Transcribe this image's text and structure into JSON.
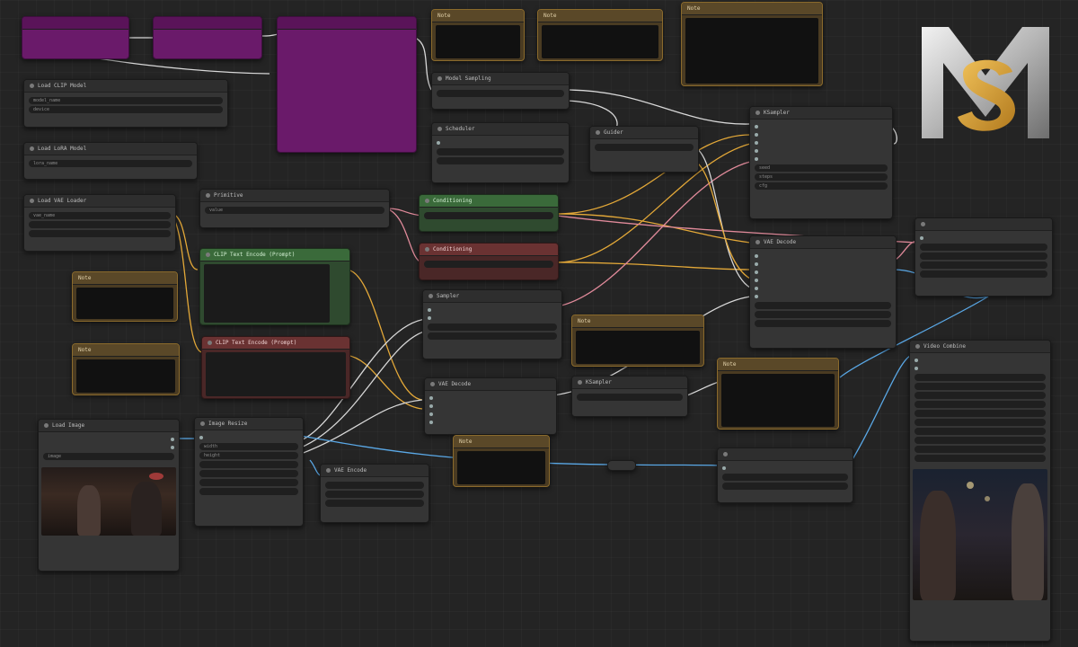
{
  "app": {
    "name": "node-graph"
  },
  "nodes": {
    "purple1": {
      "title": "",
      "label": ""
    },
    "purple2": {
      "title": "",
      "label": ""
    },
    "purple3": {
      "title": ""
    },
    "loadModel": {
      "title": "Load CLIP Model",
      "w1": "model_name",
      "w1v": "",
      "w2": "device",
      "w2v": ""
    },
    "loadLora": {
      "title": "Load LoRA Model",
      "w1": "lora_name",
      "w1v": ""
    },
    "loadVae": {
      "title": "Load VAE Loader",
      "w1": "vae_name",
      "w1v": "",
      "w2": "",
      "w2v": "",
      "w3": "",
      "w3v": ""
    },
    "primitive": {
      "title": "Primitive",
      "w1": "value",
      "w1v": ""
    },
    "clipPos": {
      "title": "CLIP Text Encode (Prompt)",
      "text": ""
    },
    "clipNeg": {
      "title": "CLIP Text Encode (Prompt)",
      "text": ""
    },
    "noteTop1": {
      "title": "Note",
      "text": ""
    },
    "noteTop2": {
      "title": "Note",
      "text": ""
    },
    "noteTop3": {
      "title": "Note",
      "text": ""
    },
    "noteLeft1": {
      "title": "Note",
      "text": ""
    },
    "noteLeft2": {
      "title": "Note",
      "text": ""
    },
    "noteMid1": {
      "title": "Note",
      "text": ""
    },
    "noteMid2": {
      "title": "Note",
      "text": ""
    },
    "noteMid3": {
      "title": "Note",
      "text": ""
    },
    "loadImage": {
      "title": "Load Image",
      "w1": "image",
      "w1v": ""
    },
    "imageResize": {
      "title": "Image Resize",
      "w1": "width",
      "w1v": "",
      "w2": "height",
      "w2v": "",
      "w3": "",
      "w3v": "",
      "w4": "",
      "w4v": ""
    },
    "vaeEncode": {
      "title": "VAE Encode",
      "w1": "",
      "w1v": "",
      "w2": "",
      "w2v": ""
    },
    "condGreen": {
      "title": "Conditioning",
      "w1": "",
      "w1v": ""
    },
    "condRed": {
      "title": "Conditioning",
      "w1": "",
      "w1v": ""
    },
    "modelSampling": {
      "title": "Model Sampling",
      "w1": "",
      "w1v": "",
      "w2": "",
      "w2v": ""
    },
    "guider": {
      "title": "Guider",
      "w1": "",
      "w1v": ""
    },
    "sampler1": {
      "title": "Sampler",
      "w1": "",
      "w1v": ""
    },
    "ksampler": {
      "title": "KSampler",
      "w1": "seed",
      "w1v": "",
      "w2": "steps",
      "w2v": "",
      "w3": "cfg",
      "w3v": ""
    },
    "ksampler2": {
      "title": "KSampler",
      "w1": "",
      "w1v": "",
      "w2": "",
      "w2v": "",
      "w3": "",
      "w3v": ""
    },
    "scheduler": {
      "title": "Scheduler",
      "w1": "",
      "w1v": ""
    },
    "vaeDecode": {
      "title": "VAE Decode",
      "w1": "",
      "w1v": ""
    },
    "decodeR": {
      "title": "VAE Decode",
      "w1": "",
      "w1v": "",
      "w2": "",
      "w2v": ""
    },
    "videoCombine": {
      "title": "Video Combine",
      "rows": [
        "",
        "",
        "",
        "",
        "",
        "",
        "",
        "",
        "",
        ""
      ]
    }
  },
  "icons": {
    "logo": "ms-logo-icon"
  },
  "colors": {
    "accent": "#d4a03a",
    "wireYellow": "#e3a838",
    "wireBlue": "#5aa8e6",
    "wirePink": "#e08a9a",
    "wireWhite": "#d8d8d8"
  }
}
